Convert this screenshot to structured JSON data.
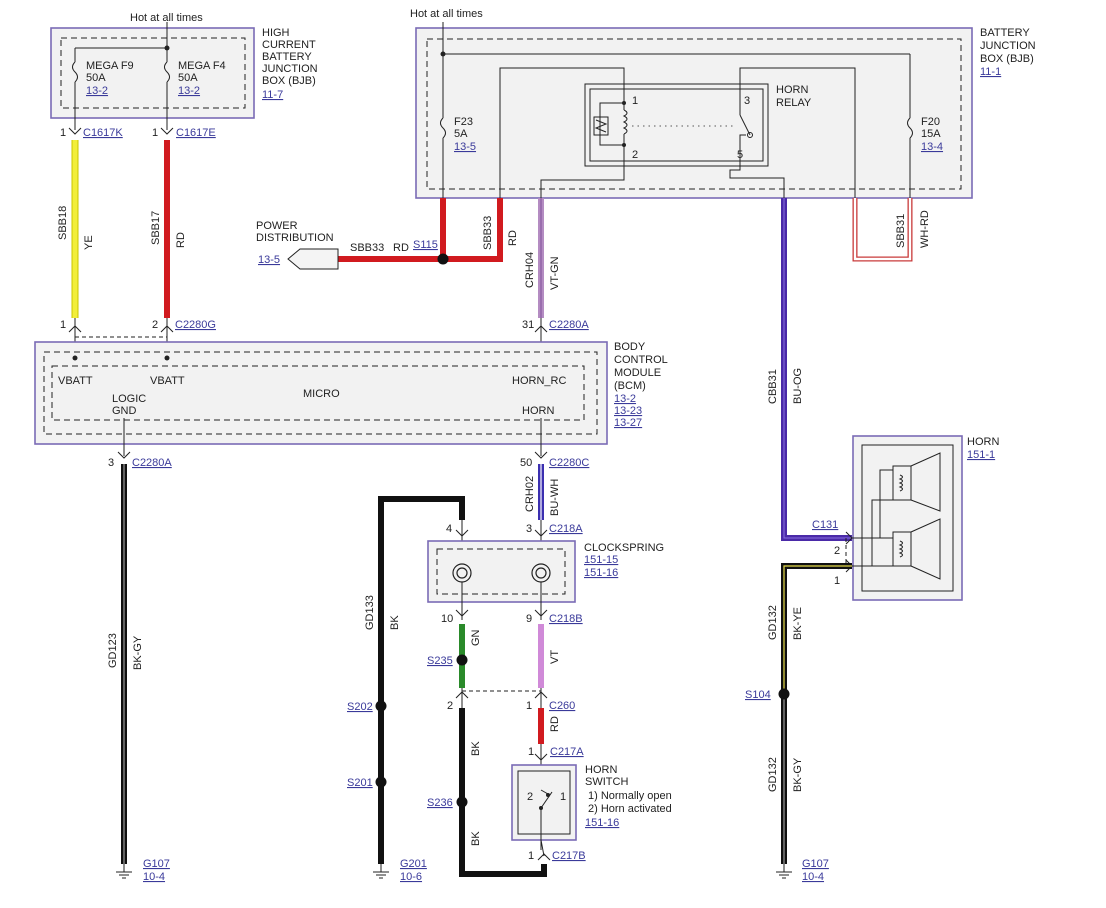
{
  "hot_at_all_times_left": "Hot at all times",
  "hot_at_all_times_right": "Hot at all times",
  "hcbjb": {
    "title": [
      "HIGH",
      "CURRENT",
      "BATTERY",
      "JUNCTION",
      "BOX (BJB)"
    ],
    "ref": "11-7",
    "fuse_f9": {
      "name": "MEGA F9",
      "rating": "50A",
      "ref": "13-2"
    },
    "fuse_f4": {
      "name": "MEGA F4",
      "rating": "50A",
      "ref": "13-2"
    }
  },
  "bjb": {
    "title": [
      "BATTERY",
      "JUNCTION",
      "BOX (BJB)"
    ],
    "ref": "11-1",
    "fuse_f23": {
      "name": "F23",
      "rating": "5A",
      "ref": "13-5"
    },
    "fuse_f20": {
      "name": "F20",
      "rating": "15A",
      "ref": "13-4"
    },
    "relay": {
      "title": [
        "HORN",
        "RELAY"
      ],
      "pin1": "1",
      "pin2": "2",
      "pin3": "3",
      "pin5": "5"
    }
  },
  "power_dist": {
    "title": [
      "POWER",
      "DISTRIBUTION"
    ],
    "ref": "13-5"
  },
  "splice_s115": "S115",
  "bcm": {
    "title": [
      "BODY",
      "CONTROL",
      "MODULE",
      "(BCM)"
    ],
    "refs": [
      "13-2",
      "13-23",
      "13-27"
    ],
    "vbatt1": "VBATT",
    "vbatt2": "VBATT",
    "micro": "MICRO",
    "horn_rc": "HORN_RC",
    "logic_gnd": [
      "LOGIC",
      "GND"
    ],
    "horn": "HORN"
  },
  "clockspring": {
    "title": "CLOCKSPRING",
    "refs": [
      "151-15",
      "151-16"
    ]
  },
  "horn_switch": {
    "title": [
      "HORN",
      "SWITCH"
    ],
    "notes": [
      "1) Normally open",
      "2) Horn activated"
    ],
    "ref": "151-16",
    "pin2": "2",
    "pin1": "1"
  },
  "horn": {
    "title": "HORN",
    "ref": "151-1"
  },
  "connectors": {
    "c1617k": {
      "pin": "1",
      "name": "C1617K"
    },
    "c1617e": {
      "pin": "1",
      "name": "C1617E"
    },
    "c2280_1": {
      "pin": "1"
    },
    "c2280g": {
      "pin": "2",
      "name": "C2280G"
    },
    "c2280a_31": {
      "pin": "31",
      "name": "C2280A"
    },
    "c2280a_3": {
      "pin": "3",
      "name": "C2280A"
    },
    "c2280c": {
      "pin": "50",
      "name": "C2280C"
    },
    "c218a_4": {
      "pin": "4"
    },
    "c218a_3": {
      "pin": "3",
      "name": "C218A"
    },
    "c218b_10": {
      "pin": "10"
    },
    "c218b_9": {
      "pin": "9",
      "name": "C218B"
    },
    "c260_2": {
      "pin": "2"
    },
    "c260_1": {
      "pin": "1",
      "name": "C260"
    },
    "c217a": {
      "pin": "1",
      "name": "C217A"
    },
    "c217b": {
      "pin": "1",
      "name": "C217B"
    },
    "c131": {
      "name": "C131",
      "pin2": "2",
      "pin1": "1"
    }
  },
  "wires": {
    "sbb18": {
      "circuit": "SBB18",
      "color": "YE"
    },
    "sbb17": {
      "circuit": "SBB17",
      "color": "RD"
    },
    "sbb33_h": {
      "circuit": "SBB33",
      "color": "RD"
    },
    "sbb33_v": {
      "circuit": "SBB33",
      "color": "RD"
    },
    "crh04": {
      "circuit": "CRH04",
      "color": "VT-GN"
    },
    "sbb31": {
      "circuit": "SBB31",
      "color": "WH-RD"
    },
    "cbb31": {
      "circuit": "CBB31",
      "color": "BU-OG"
    },
    "gd123": {
      "circuit": "GD123",
      "color": "BK-GY"
    },
    "crh02": {
      "circuit": "CRH02",
      "color": "BU-WH"
    },
    "gd133": {
      "circuit": "GD133",
      "color": "BK"
    },
    "gn_wire": {
      "color": "GN"
    },
    "vt_wire": {
      "color": "VT"
    },
    "rd_wire": {
      "color": "RD"
    },
    "bk_wire1": {
      "color": "BK"
    },
    "bk_wire2": {
      "color": "BK"
    },
    "gd132_top": {
      "circuit": "GD132",
      "color": "BK-YE"
    },
    "gd132_bot": {
      "circuit": "GD132",
      "color": "BK-GY"
    }
  },
  "splices": {
    "s235": "S235",
    "s202": "S202",
    "s201": "S201",
    "s236": "S236",
    "s104": "S104"
  },
  "grounds": {
    "g107_left": {
      "name": "G107",
      "ref": "10-4"
    },
    "g201": {
      "name": "G201",
      "ref": "10-6"
    },
    "g107_right": {
      "name": "G107",
      "ref": "10-4"
    }
  },
  "colors": {
    "yellow": "#f2ee3a",
    "red": "#d11a1f",
    "violet_green": "#b48cc2",
    "blue_orange": "#4a2aa8",
    "blue_white": "#3b2fb0",
    "black": "#111111",
    "green": "#2a8a2a",
    "violet": "#d08ad8",
    "white_red": "#c83a3a",
    "box_border": "#7a6bb5"
  }
}
